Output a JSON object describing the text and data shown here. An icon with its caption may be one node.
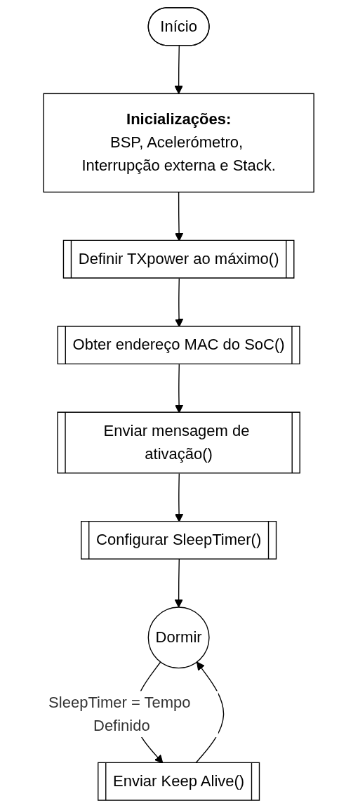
{
  "diagram": {
    "nodes": [
      {
        "text": [
          "Início"
        ]
      },
      {
        "text": [
          "Inicializações:",
          "BSP, Acelerómetro, Interrupção externa e Stack."
        ]
      },
      {
        "text": [
          "Definir TXpower ao máximo()"
        ]
      },
      {
        "text": [
          "Obter endereço MAC do SoC()"
        ]
      },
      {
        "text": [
          "Enviar mensagem de ativação()"
        ]
      },
      {
        "text": [
          "Configurar SleepTimer()"
        ]
      },
      {
        "text": [
          "Dormir"
        ]
      },
      {
        "text": [
          "Enviar Keep Alive()"
        ]
      }
    ],
    "edges": [
      {
        "from": 0,
        "to": 1,
        "arrow": "to"
      },
      {
        "from": 1,
        "to": 2,
        "arrow": "to"
      },
      {
        "from": 2,
        "to": 3,
        "arrow": "to"
      },
      {
        "from": 3,
        "to": 4,
        "arrow": "to"
      },
      {
        "from": 4,
        "to": 5,
        "arrow": "to"
      },
      {
        "from": 5,
        "to": 6,
        "arrow": "to"
      },
      {
        "from": 6,
        "to": 7,
        "label": "SleepTimer = Tempo Definido",
        "arrow": "to"
      },
      {
        "from": 7,
        "to": 6,
        "arrow": "to"
      }
    ]
  }
}
